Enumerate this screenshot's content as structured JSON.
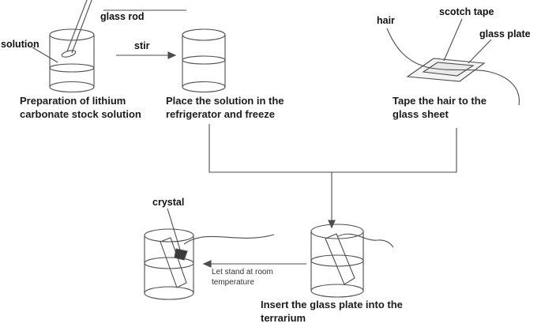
{
  "diagram": {
    "labels": {
      "glass_rod": "glass rod",
      "solution": "solution",
      "stir": "stir",
      "hair": "hair",
      "scotch_tape": "scotch tape",
      "glass_plate": "glass plate",
      "crystal": "crystal",
      "let_stand": "Let stand at room temperature"
    },
    "steps": {
      "step1": "Preparation of lithium carbonate stock solution",
      "step2": "Place the solution in the refrigerator and freeze",
      "step3": "Tape the hair to the glass sheet",
      "step4": "Insert the glass plate into the terrarium"
    },
    "colors": {
      "line": "#4d4d4d",
      "text": "#1c1c1c",
      "background": "#ffffff"
    }
  }
}
